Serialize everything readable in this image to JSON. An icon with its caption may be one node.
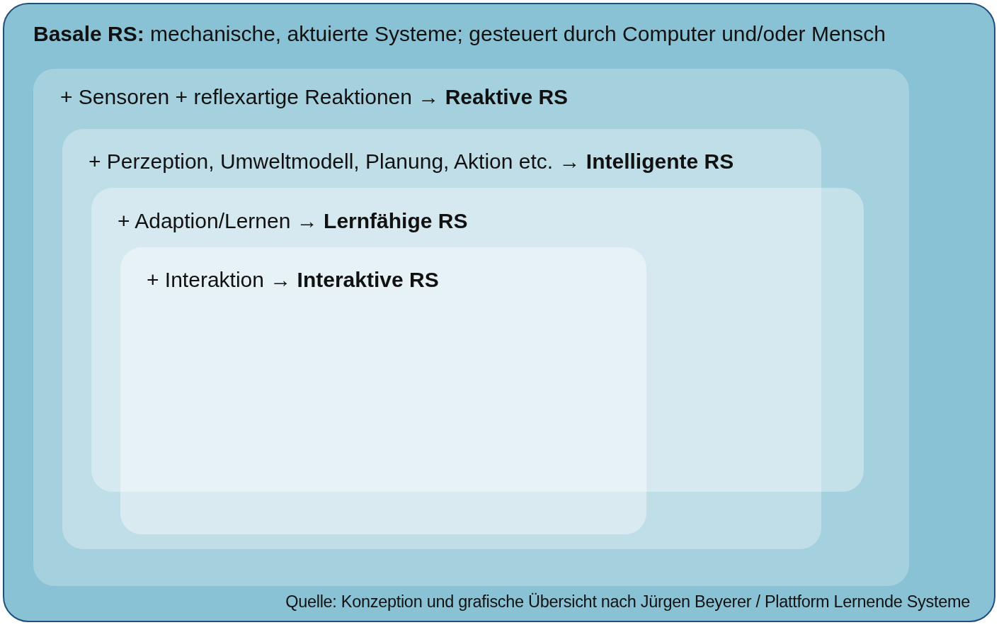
{
  "diagram": {
    "nodes": [
      {
        "text": [
          "**Basale RS:** mechanische, aktuierte Systeme; gesteuert durch Computer und/oder Mensch"
        ]
      },
      {
        "text": [
          "+ Sensoren + reflexartige Reaktionen → **Reaktive RS**"
        ],
        "in": 0
      },
      {
        "text": [
          "+ Perzeption, Umweltmodell, Planung, Aktion etc. → **Intelligente RS**"
        ],
        "in": 1
      },
      {
        "text": [
          "+ Adaption/Lernen → **Lernfähige RS**"
        ],
        "in": 1
      },
      {
        "text": [
          "+ Interaktion → **Interaktive RS**"
        ],
        "in": 2
      }
    ],
    "caption": "Quelle: Konzeption und grafische Übersicht nach Jürgen Beyerer / Plattform Lernende Systeme"
  }
}
